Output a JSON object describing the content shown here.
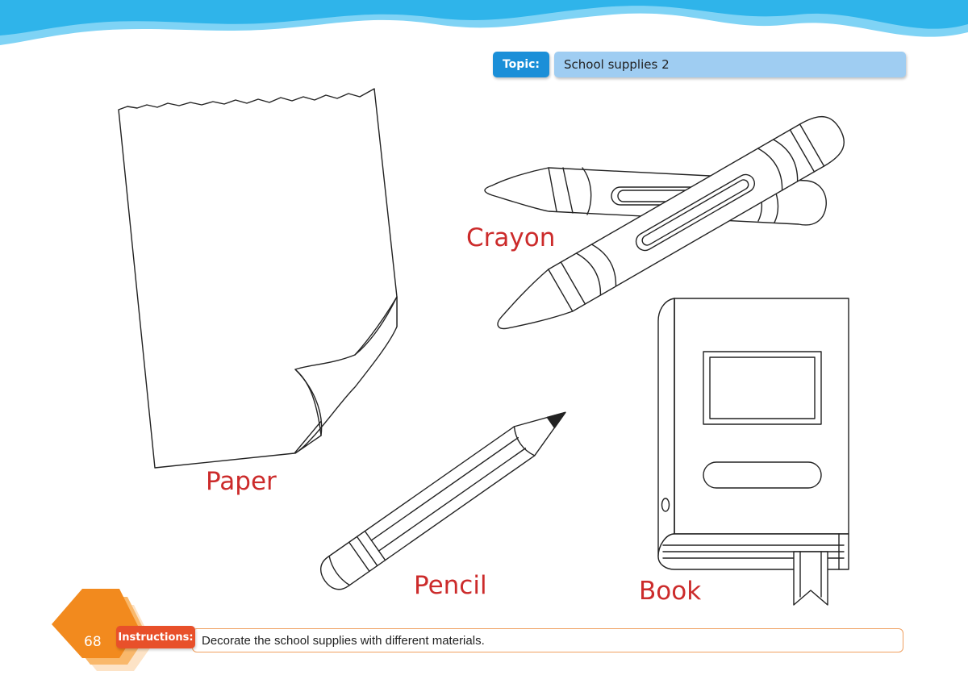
{
  "header": {
    "topic_tag": "Topic:",
    "topic_value": "School supplies 2"
  },
  "items": {
    "paper": "Paper",
    "crayon": "Crayon",
    "pencil": "Pencil",
    "book": "Book"
  },
  "footer": {
    "page_number": "68",
    "instructions_tag": "Instructions:",
    "instructions_text": "Decorate the school supplies with different materials."
  },
  "colors": {
    "wave_dark": "#2fb4ea",
    "wave_light": "#7fd3f5",
    "label_red": "#cc2b2b",
    "topic_blue": "#1b8fd8",
    "topic_light": "#9fcdf2",
    "accent_orange": "#f28a1e",
    "instructions_red": "#e8502a"
  }
}
